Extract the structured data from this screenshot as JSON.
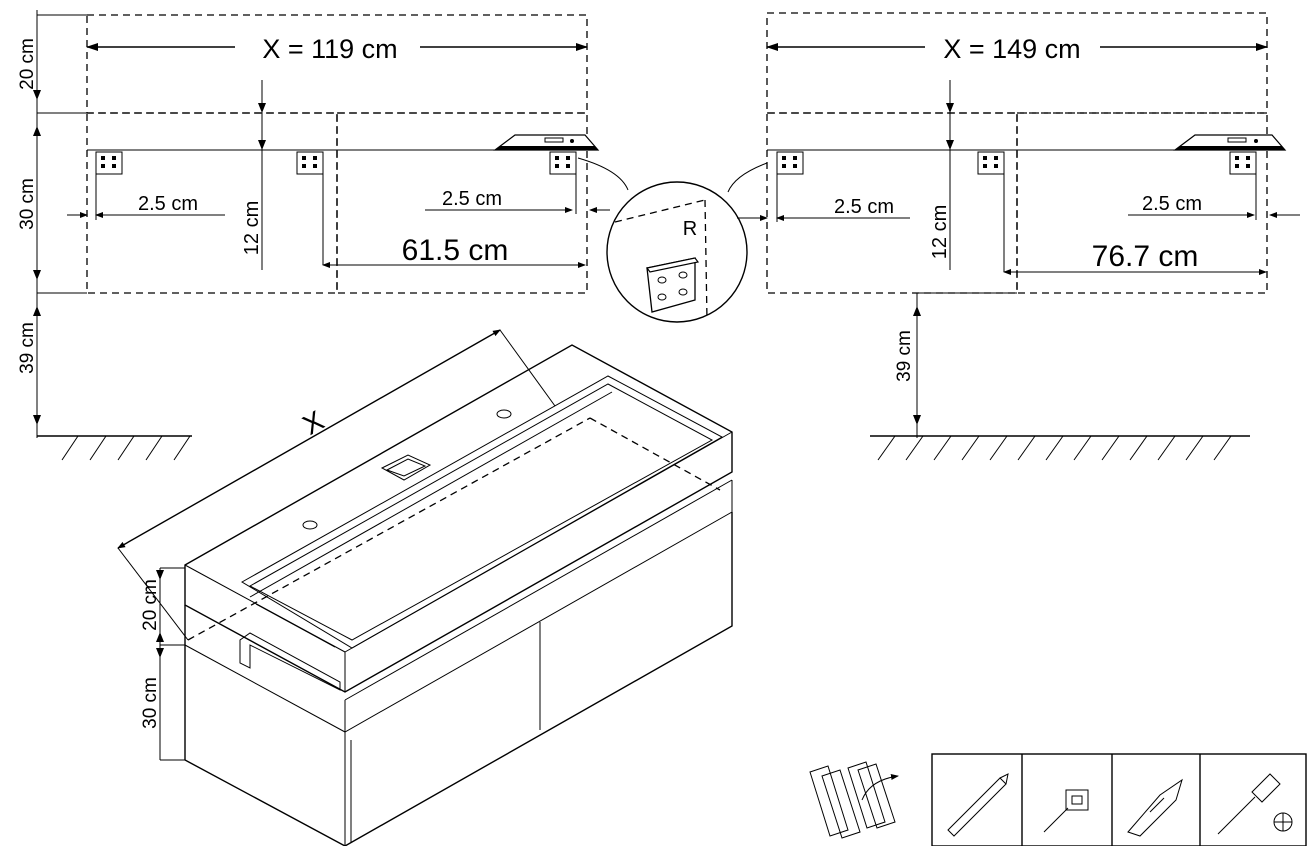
{
  "left_panel": {
    "width_label": "X = 119 cm",
    "top_gap": "20 cm",
    "unit_height": "30 cm",
    "floor_gap": "39 cm",
    "bracket_drop": "12 cm",
    "left_offset": "2.5 cm",
    "right_offset": "2.5 cm",
    "bracket_spacing": "61.5 cm"
  },
  "right_panel": {
    "width_label": "X = 149 cm",
    "floor_gap": "39 cm",
    "bracket_drop": "12 cm",
    "left_offset": "2.5 cm",
    "right_offset": "2.5 cm",
    "bracket_spacing": "76.7 cm"
  },
  "detail": {
    "label": "R"
  },
  "isometric": {
    "width_label": "X",
    "top_height": "20 cm",
    "cabinet_height": "30 cm"
  },
  "tools": [
    "pencil-icon",
    "tape-measure-icon",
    "drill-bit-icon",
    "phillips-screwdriver-icon"
  ]
}
